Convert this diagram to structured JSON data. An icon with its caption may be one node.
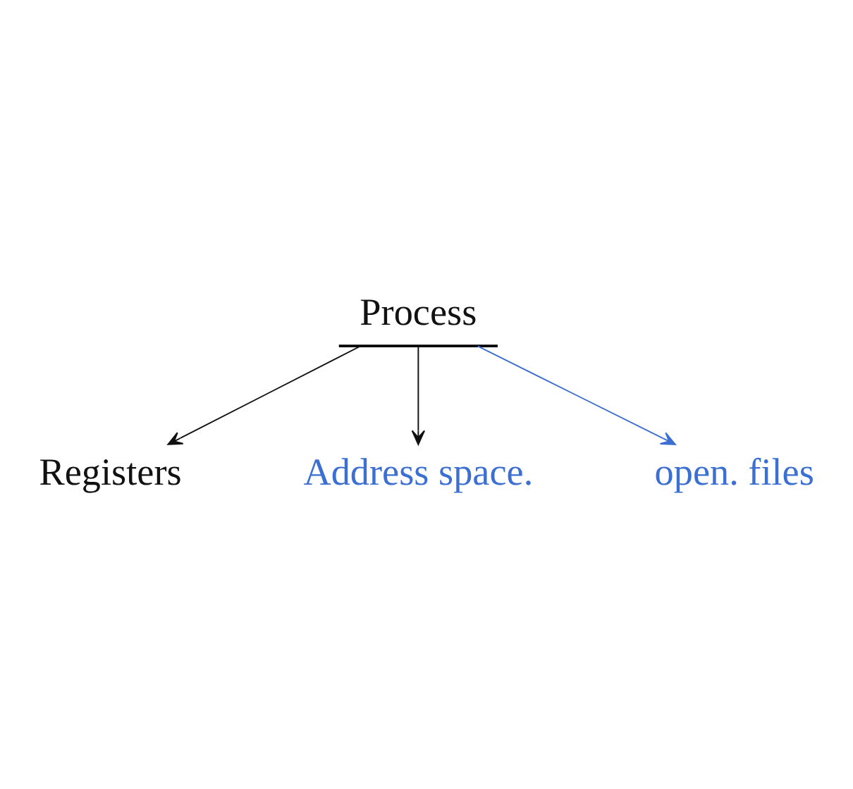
{
  "diagram": {
    "nodes": [
      {
        "text": [
          "Process"
        ]
      },
      {
        "text": [
          "Registers"
        ]
      },
      {
        "text": [
          "Address space."
        ]
      },
      {
        "text": [
          "open. files"
        ]
      }
    ],
    "edges": [
      {
        "from": 0,
        "to": 1,
        "arrow": "to"
      },
      {
        "from": 0,
        "to": 2,
        "arrow": "to"
      },
      {
        "from": 0,
        "to": 3,
        "arrow": "to",
        "color": "#3b6fd1"
      }
    ]
  }
}
